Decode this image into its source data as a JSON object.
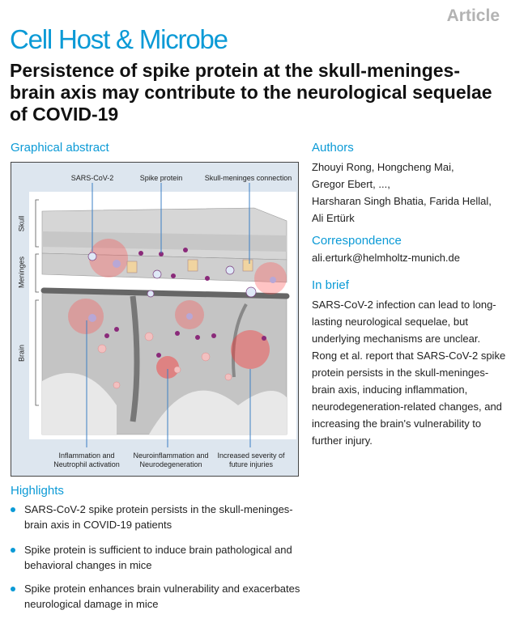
{
  "header": {
    "article_type": "Article",
    "journal": "Cell Host & Microbe",
    "title": "Persistence of spike protein at the skull-meninges-brain axis may contribute to the neurological sequelae of COVID-19"
  },
  "graphical_abstract": {
    "heading": "Graphical abstract",
    "top_labels": [
      "SARS-CoV-2",
      "Spike protein",
      "Skull-meninges connection"
    ],
    "side_labels": [
      "Skull",
      "Meninges",
      "Brain"
    ],
    "bottom_labels": [
      [
        "Inflammation and",
        "Neutrophil activation"
      ],
      [
        "Neuroinflammation and",
        "Neurodegeneration"
      ],
      [
        "Increased severity of",
        "future injuries"
      ]
    ]
  },
  "authors": {
    "heading": "Authors",
    "lines": [
      "Zhouyi Rong, Hongcheng Mai,",
      "Gregor Ebert, ...,",
      "Harsharan Singh Bhatia, Farida Hellal,",
      "Ali Ertürk"
    ]
  },
  "correspondence": {
    "heading": "Correspondence",
    "email": "ali.erturk@helmholtz-munich.de"
  },
  "in_brief": {
    "heading": "In brief",
    "lines": [
      "SARS-CoV-2 infection can lead to long-",
      "lasting neurological sequelae, but",
      "underlying mechanisms are unclear.",
      "Rong et al. report that SARS-CoV-2 spike",
      "protein persists in the skull-meninges-",
      "brain axis, inducing inflammation,",
      "neurodegeneration-related changes, and",
      "increasing the brain's vulnerability to",
      "further injury."
    ]
  },
  "highlights": {
    "heading": "Highlights",
    "items": [
      [
        "SARS-CoV-2 spike protein persists in the skull-meninges-",
        "brain axis in COVID-19 patients"
      ],
      [
        "Spike protein is sufficient to induce brain pathological and",
        "behavioral changes in mice"
      ],
      [
        "Spike protein enhances brain vulnerability and exacerbates",
        "neurological damage in mice"
      ]
    ]
  },
  "colors": {
    "accent": "#0b9ad6"
  }
}
